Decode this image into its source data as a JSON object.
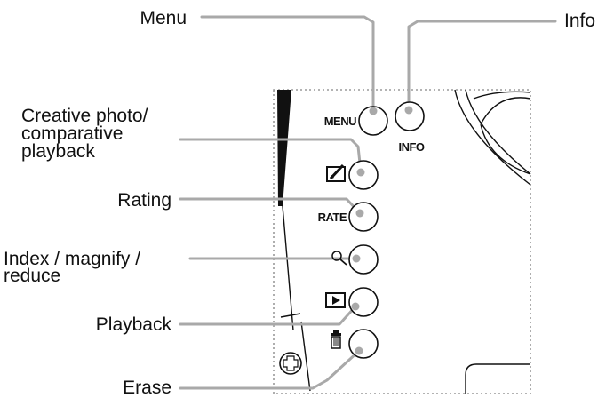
{
  "callouts": {
    "menu": "Menu",
    "info": "Info",
    "creative_line1": "Creative photo/",
    "creative_line2": "comparative",
    "creative_line3": "playback",
    "rating": "Rating",
    "index_line1": "Index / magnify /",
    "index_line2": "reduce",
    "playback": "Playback",
    "erase": "Erase"
  },
  "button_labels": {
    "menu": "MENU",
    "info": "INFO",
    "rate": "RATE"
  },
  "icons": {
    "creative": "pencil-square-icon",
    "index": "magnifier-icon",
    "playback": "play-icon",
    "erase": "trash-icon",
    "cross": "cross-key-icon"
  },
  "colors": {
    "leader_lines": "#a9a9a9",
    "outline": "#111111",
    "frame": "#9a9a9a"
  }
}
